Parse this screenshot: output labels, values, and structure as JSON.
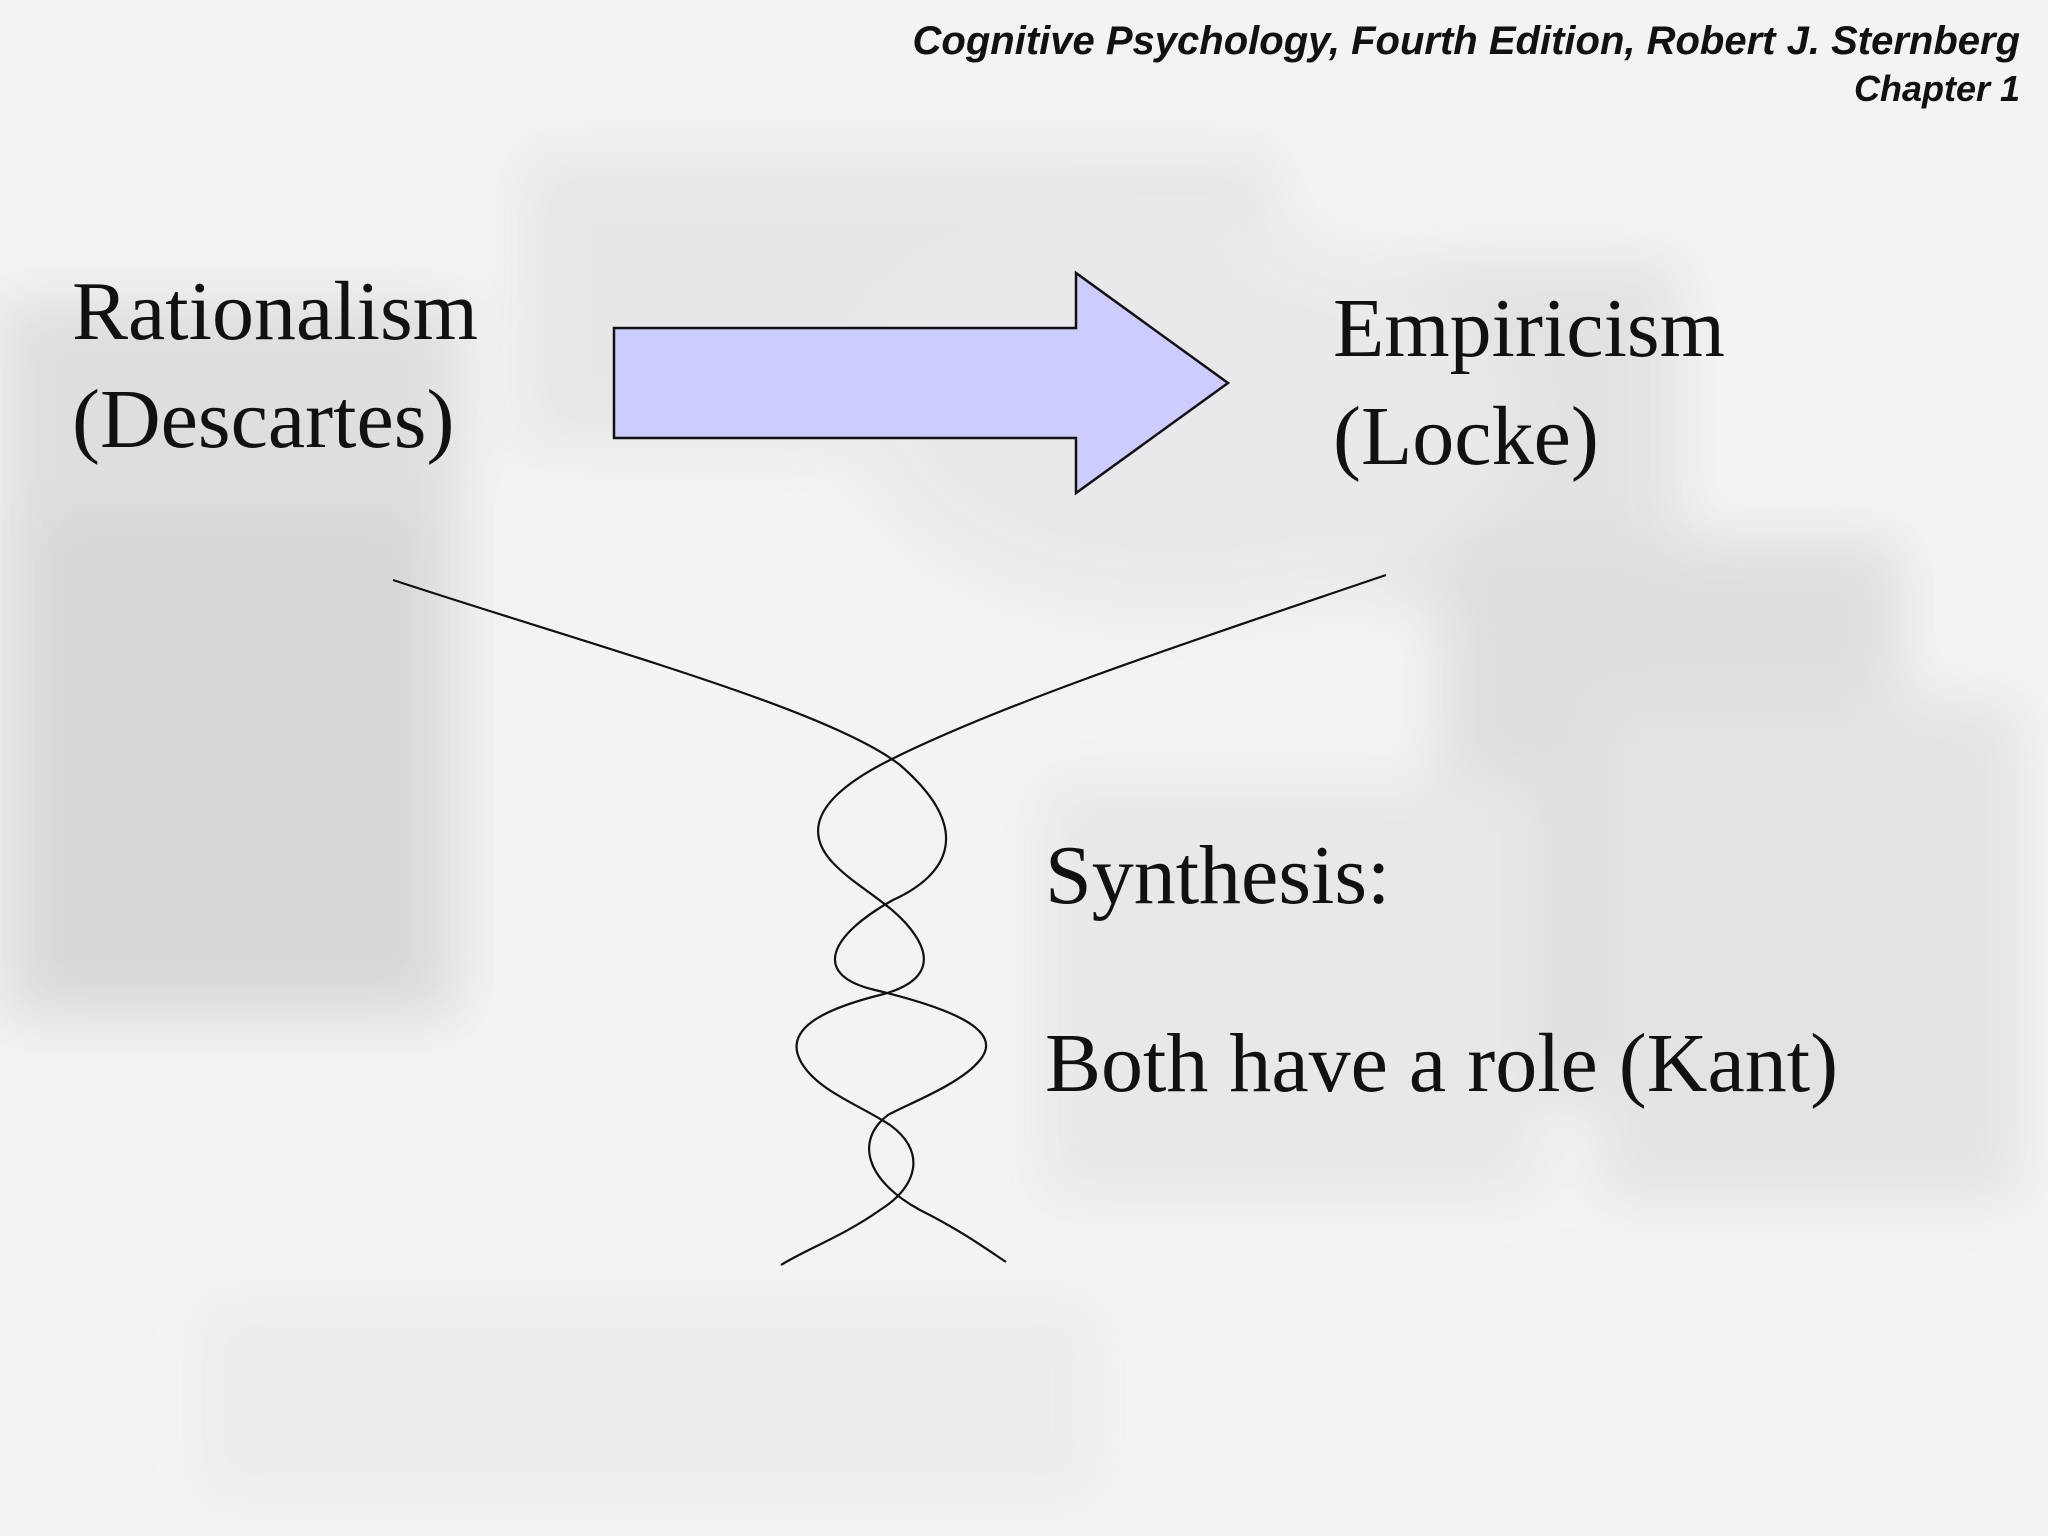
{
  "header": {
    "book_title": "Cognitive Psychology, Fourth Edition, Robert J. Sternberg",
    "chapter": "Chapter 1"
  },
  "left_node": {
    "name": "Rationalism",
    "person": "(Descartes)"
  },
  "right_node": {
    "name": "Empiricism",
    "person": "(Locke)"
  },
  "synthesis": {
    "heading": "Synthesis:",
    "statement": "Both have a role (Kant)"
  },
  "colors": {
    "arrow_fill": "#ccccff",
    "line": "#111111",
    "background": "#f2f2f3"
  }
}
